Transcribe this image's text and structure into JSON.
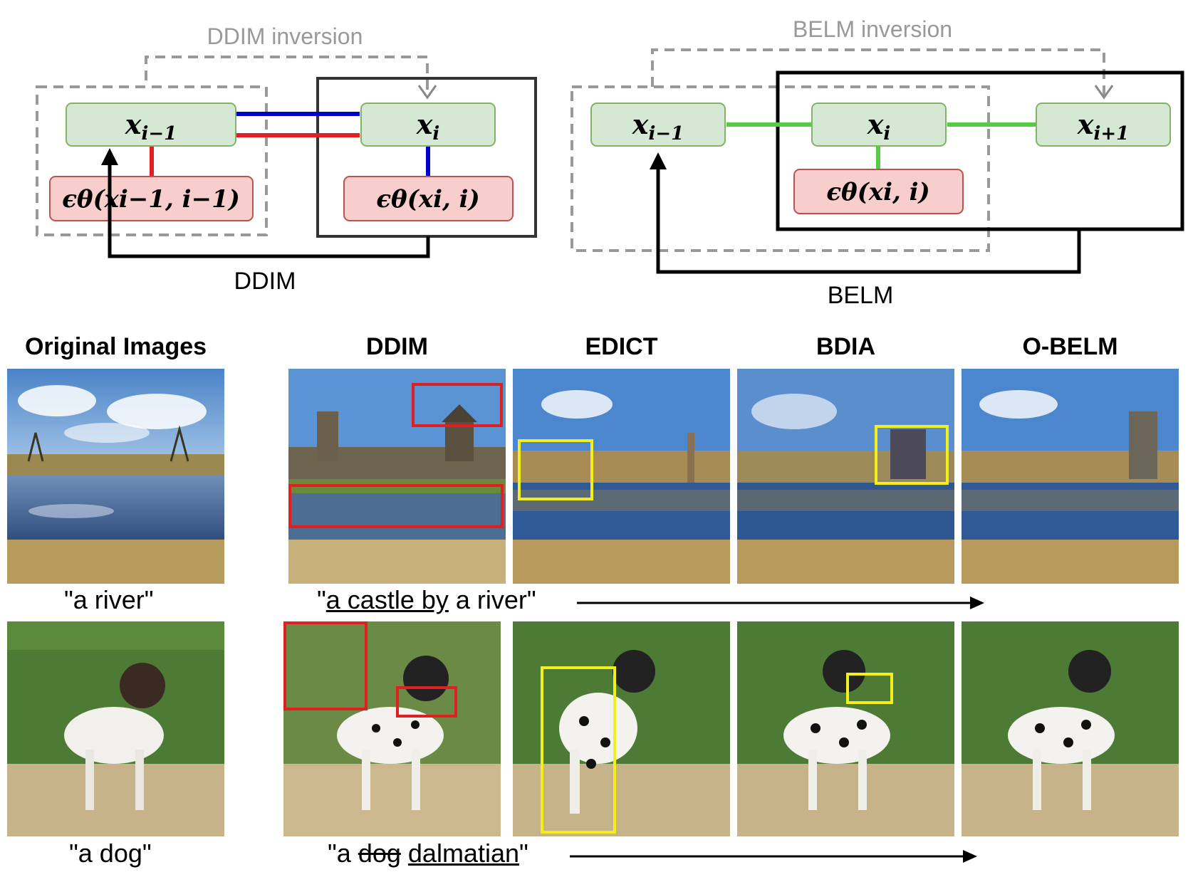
{
  "diagram_left": {
    "inversion_label": "DDIM inversion",
    "node_x_prev": "x",
    "node_x_prev_sub": "i−1",
    "node_x_curr": "x",
    "node_x_curr_sub": "i",
    "eps_prev": "ϵθ(xi−1, i−1)",
    "eps_curr": "ϵθ(xi, i)",
    "bottom_label": "DDIM"
  },
  "diagram_right": {
    "inversion_label": "BELM inversion",
    "node_x_prev": "x",
    "node_x_prev_sub": "i−1",
    "node_x_curr": "x",
    "node_x_curr_sub": "i",
    "node_x_next": "x",
    "node_x_next_sub": "i+1",
    "eps_curr": "ϵθ(xi, i)",
    "bottom_label": "BELM"
  },
  "columns": [
    "Original Images",
    "DDIM",
    "EDICT",
    "BDIA",
    "O-BELM"
  ],
  "rows": [
    {
      "original_caption": "\"a river\"",
      "prompt_open": "\"",
      "prompt_underlined": "a castle by",
      "prompt_rest": " a river\""
    },
    {
      "original_caption": "\"a dog\"",
      "prompt_open": "\"a ",
      "prompt_struck": "dog",
      "prompt_underlined": "dalmatian",
      "prompt_close": "\""
    }
  ],
  "colors": {
    "node_fill": "#d5e8d4",
    "node_stroke": "#82b366",
    "eps_fill": "#f8cecc",
    "eps_stroke": "#b85450",
    "blue_link": "#0000cc",
    "red_link": "#e02020",
    "green_link": "#55cc44",
    "highlight_red": "#e02020",
    "highlight_yellow": "#f2ef1a"
  }
}
